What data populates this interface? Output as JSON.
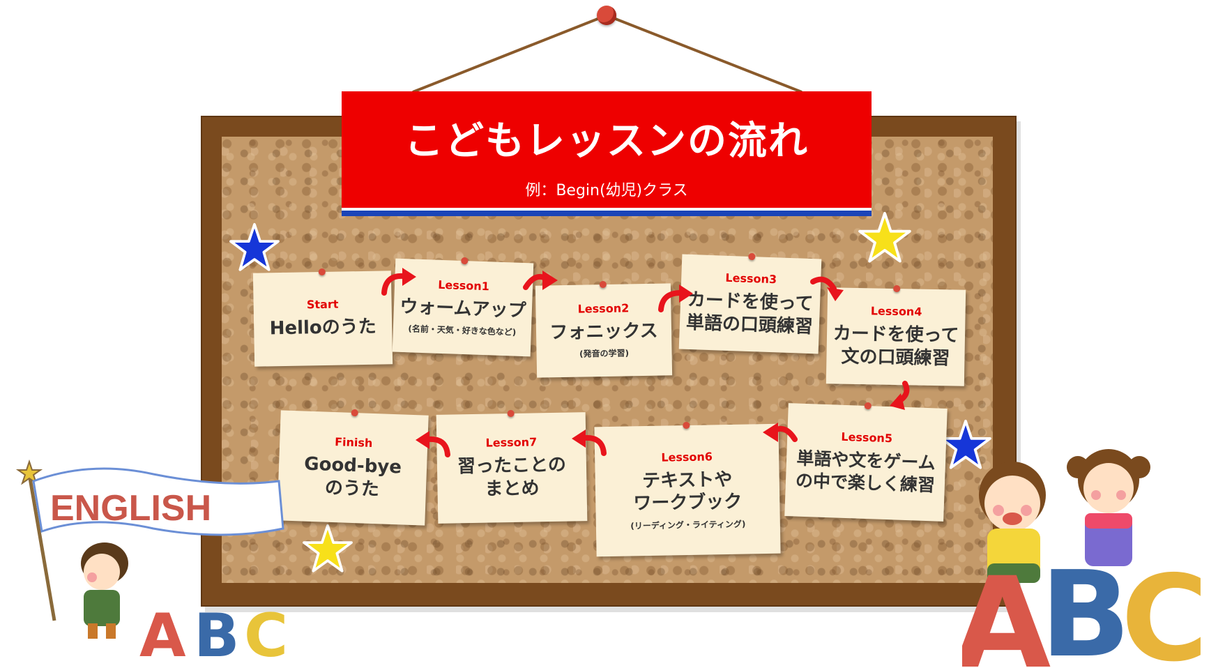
{
  "header": {
    "title": "こどもレッスンの流れ",
    "subtitle": "例：Begin(幼児)クラス"
  },
  "cards": [
    {
      "label": "Start",
      "main": "Helloのうた",
      "sub": ""
    },
    {
      "label": "Lesson1",
      "main": "ウォームアップ",
      "sub": "(名前・天気・好きな色など)"
    },
    {
      "label": "Lesson2",
      "main": "フォニックス",
      "sub": "(発音の学習)"
    },
    {
      "label": "Lesson3",
      "main": "カードを使って\n単語の口頭練習",
      "sub": ""
    },
    {
      "label": "Lesson4",
      "main": "カードを使って\n文の口頭練習",
      "sub": ""
    },
    {
      "label": "Lesson5",
      "main": "単語や文をゲーム\nの中で楽しく練習",
      "sub": ""
    },
    {
      "label": "Lesson6",
      "main": "テキストや\nワークブック",
      "sub": "(リーディング・ライティング)"
    },
    {
      "label": "Lesson7",
      "main": "習ったことの\nまとめ",
      "sub": ""
    },
    {
      "label": "Finish",
      "main": "Good-bye\nのうた",
      "sub": ""
    }
  ],
  "decor": {
    "flag_text": "ENGLISH",
    "letters": [
      "A",
      "B",
      "C"
    ],
    "big_letters": [
      "A",
      "B",
      "C"
    ]
  },
  "colors": {
    "banner_red": "#ee0000",
    "label_red": "#e20000",
    "arrow_red": "#e8141c",
    "star_blue": "#1636d8",
    "star_yellow": "#f7e01a",
    "note_paper": "#fbf0d6",
    "frame_brown": "#7a4a1e"
  },
  "icons": [
    "pushpin-icon",
    "curved-arrow-icon",
    "star-icon"
  ]
}
